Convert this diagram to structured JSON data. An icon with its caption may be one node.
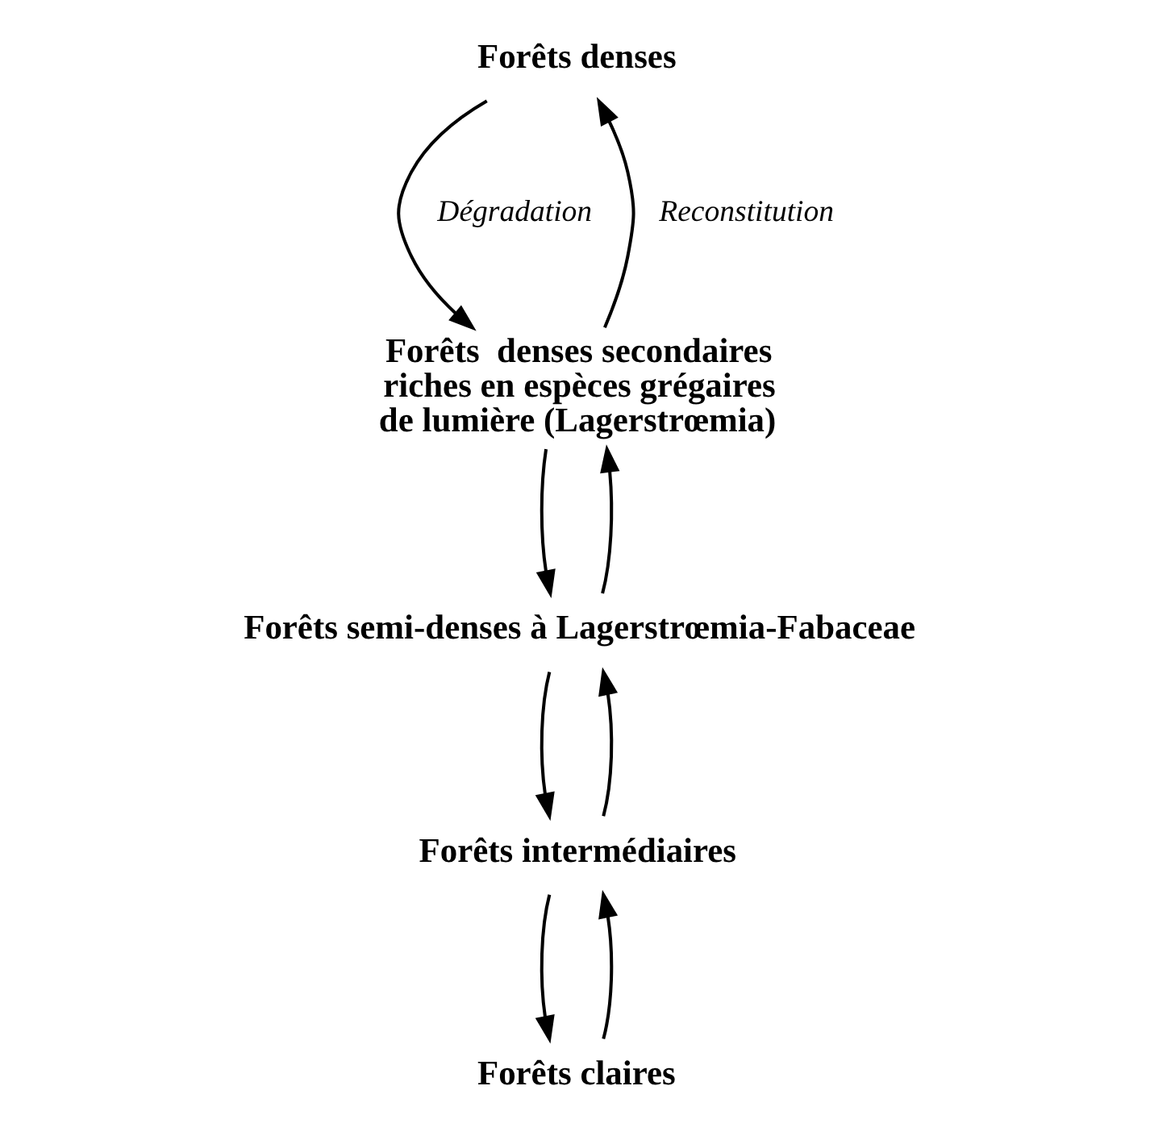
{
  "diagram": {
    "nodes": [
      {
        "text": [
          "Forêts denses"
        ]
      },
      {
        "text": [
          "Forêts  denses secondaires riches en espèces grégaires de lumière (Lagerstrœmia)"
        ]
      },
      {
        "text": [
          "Forêts semi-denses à Lagerstrœmia-Fabaceae"
        ]
      },
      {
        "text": [
          "Forêts intermédiaires"
        ]
      },
      {
        "text": [
          "Forêts claires"
        ]
      }
    ],
    "edges": [
      {
        "from": 0,
        "to": 1,
        "arrow": "to",
        "label": "Dégradation"
      },
      {
        "from": 1,
        "to": 0,
        "arrow": "to",
        "label": "Reconstitution"
      },
      {
        "from": 1,
        "to": 2,
        "arrow": "to"
      },
      {
        "from": 2,
        "to": 1,
        "arrow": "to"
      },
      {
        "from": 2,
        "to": 3,
        "arrow": "to"
      },
      {
        "from": 3,
        "to": 2,
        "arrow": "to"
      },
      {
        "from": 3,
        "to": 4,
        "arrow": "to"
      },
      {
        "from": 4,
        "to": 3,
        "arrow": "to"
      }
    ]
  }
}
